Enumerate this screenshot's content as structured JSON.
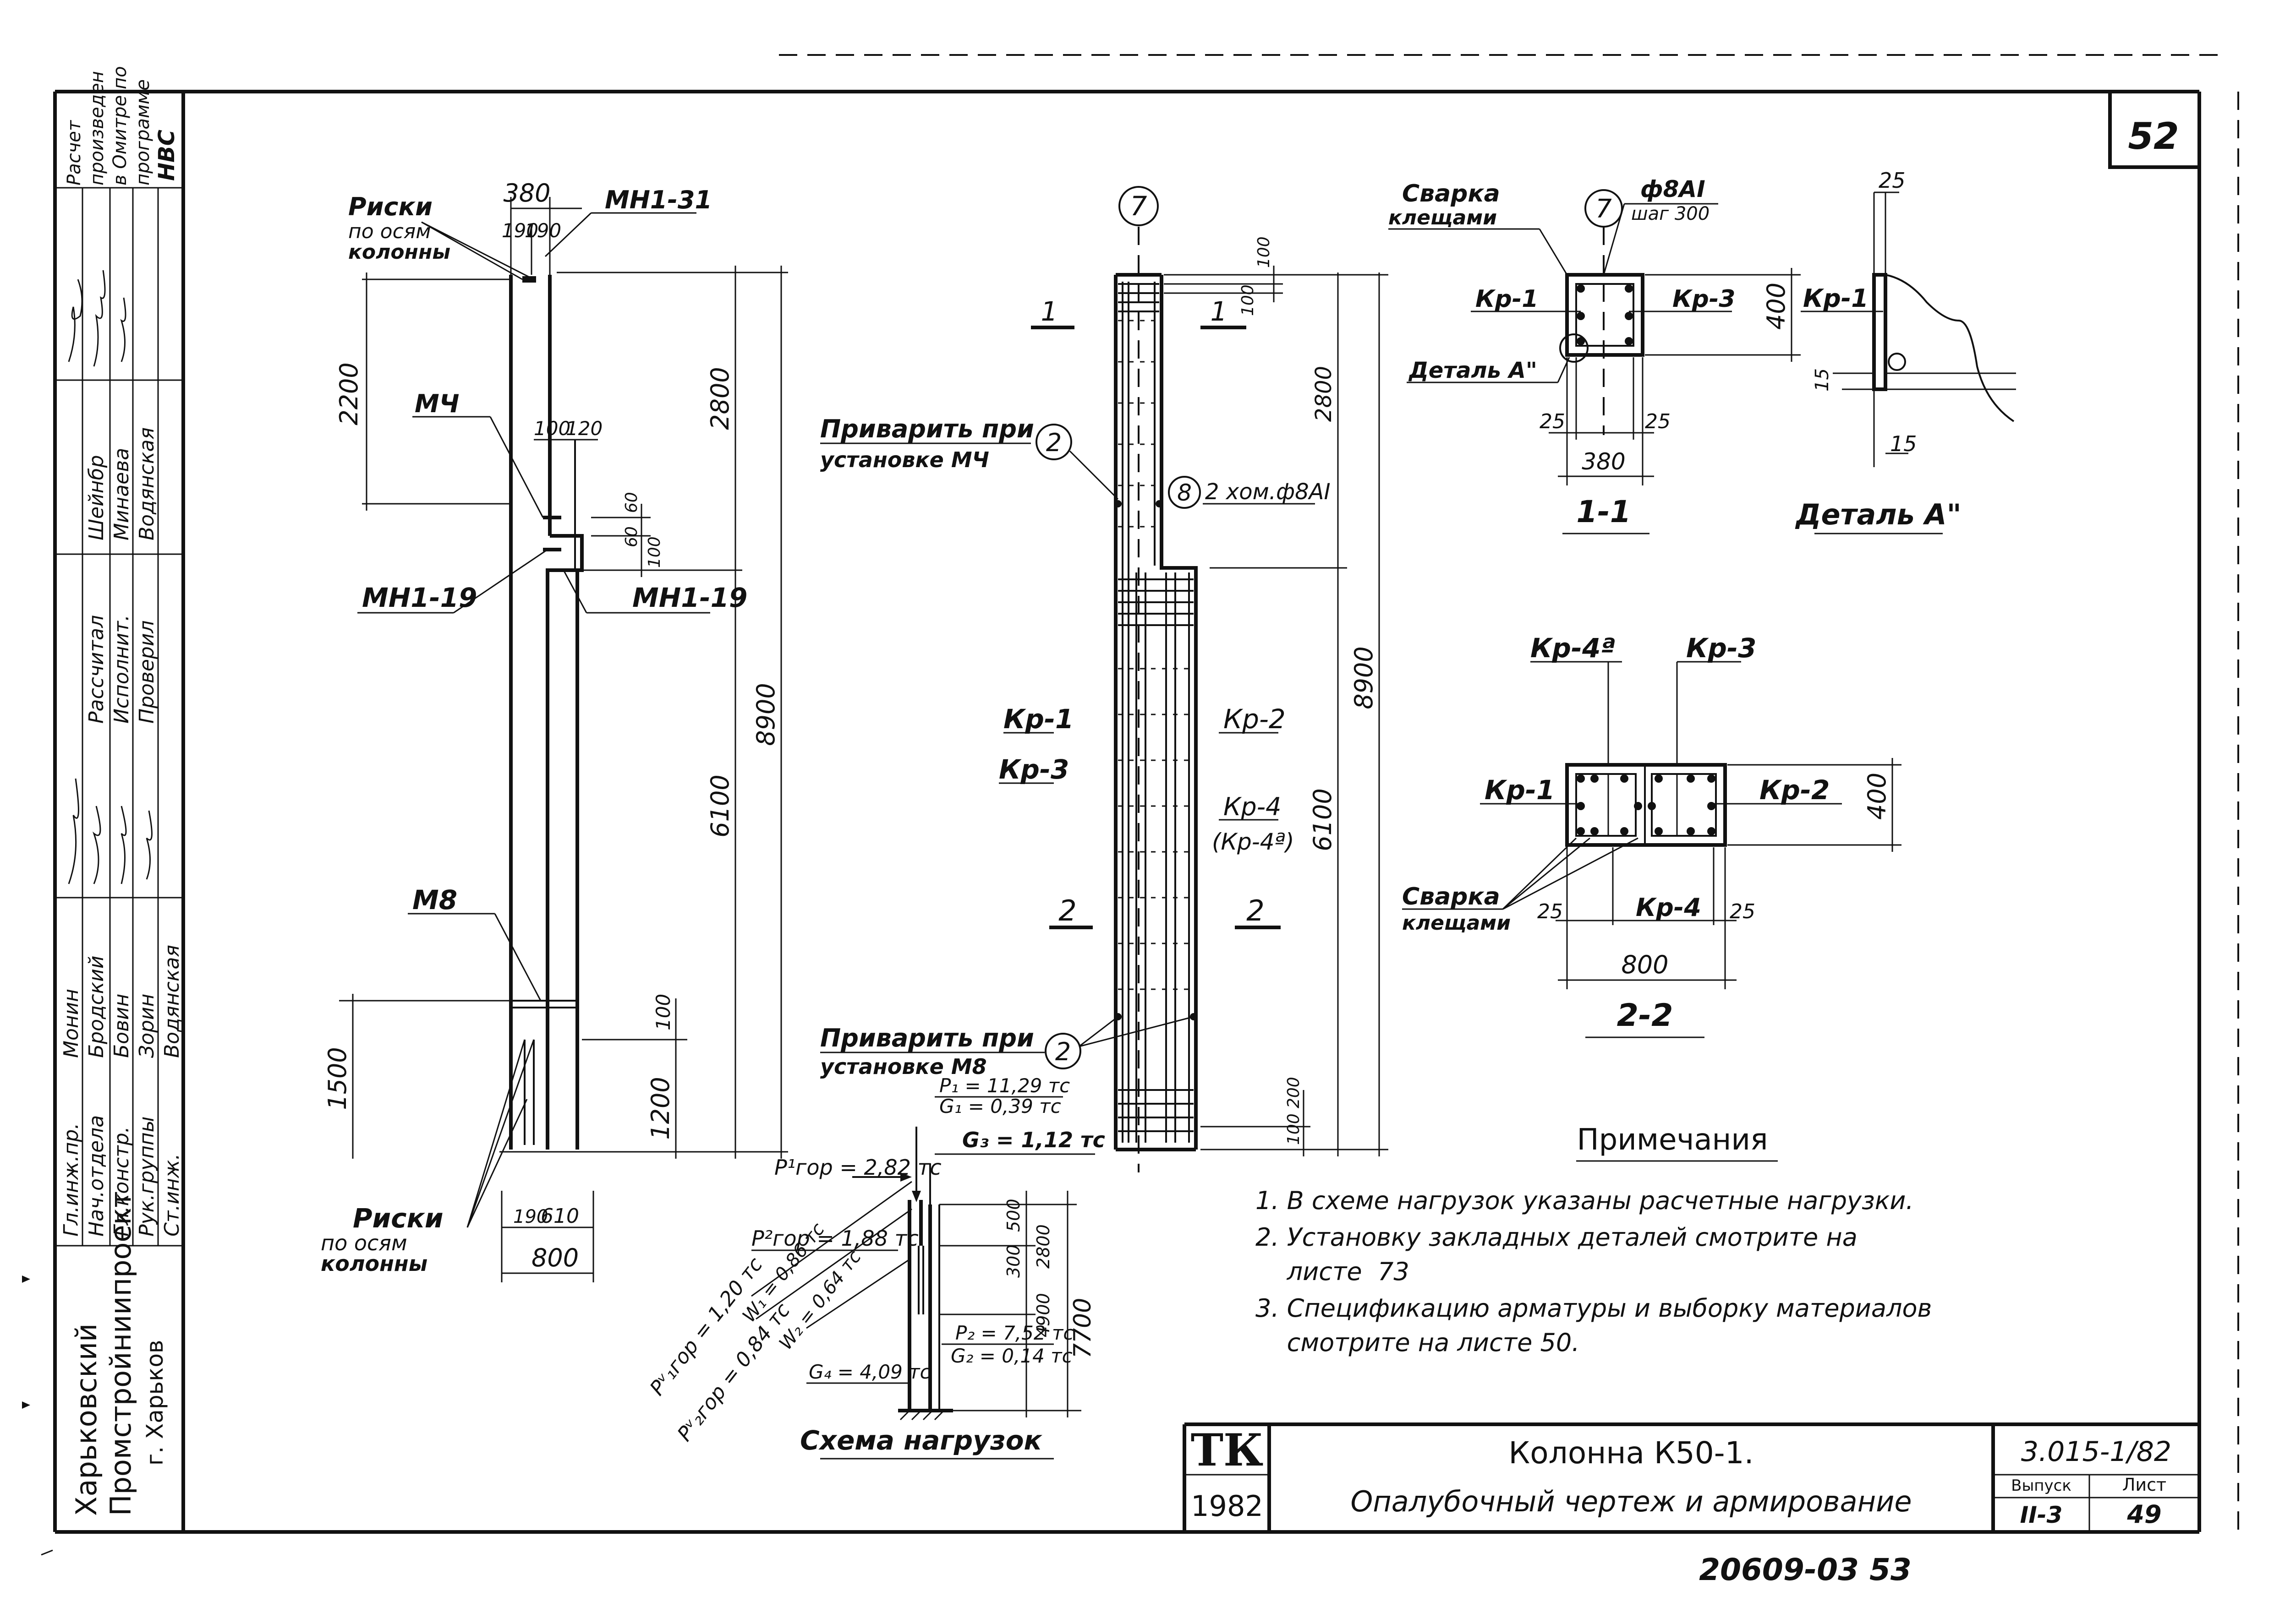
{
  "sheet": {
    "sheet_number": "52",
    "bottom_code": "20609-03 53"
  },
  "stamp_left": {
    "note_lines": [
      "Расчет",
      "произведен",
      "в Омитре по",
      "программе",
      "НВС"
    ],
    "roles": [
      "Гл.инж.пр.",
      "Нач.отдела",
      "Гл.констр.",
      "Рук.группы",
      "Ст.инж."
    ],
    "names": [
      "Монин",
      "Бродский",
      "Бовин",
      "Зорин",
      "Водянская"
    ],
    "roles2": [
      "Рассчитал",
      "Исполнит.",
      "Проверил"
    ],
    "names2": [
      "Шейнбр",
      "Минаева",
      "Водянская"
    ],
    "org": [
      "Харьковский",
      "Промстройниипроект",
      "г. Харьков"
    ]
  },
  "elevation": {
    "marks": {
      "riski_top": [
        "Риски",
        "по осям",
        "колонны"
      ],
      "mn1_31": "МН1-31",
      "mch": "МЧ",
      "mn1_19_left": "МН1-19",
      "mn1_19_right": "МН1-19",
      "m8": "М8",
      "riski_bottom": [
        "Риски",
        "по осям",
        "колонны"
      ]
    },
    "dims": {
      "w380": "380",
      "d190a": "190",
      "d190b": "190",
      "h2200": "2200",
      "h2800": "2800",
      "d100": "100",
      "d120": "120",
      "d60a": "60",
      "d60b": "60",
      "d100b": "100",
      "h6100": "6100",
      "h8900": "8900",
      "h1500": "1500",
      "h1200": "1200",
      "d100c": "100",
      "d190c": "190",
      "d610": "610",
      "w800": "800"
    }
  },
  "reinforcement": {
    "axis": "7",
    "sec1": "1",
    "sec2": "2",
    "weld_mch": [
      "Приварить при",
      "установке  МЧ"
    ],
    "weld_m8": [
      "Приварить при",
      "установке  М8"
    ],
    "circle2": "2",
    "circle8": "8",
    "clamp": "2 хом.ф8АI",
    "kp1": "Кр-1",
    "kp3": "Кр-3",
    "kp2": "Кр-2",
    "kp4": "Кр-4",
    "kp4a": "(Кр-4ª)",
    "dims": {
      "d100a": "100",
      "d100b": "100",
      "h2800": "2800",
      "h6100": "6100",
      "h8900": "8900",
      "d100c": "100",
      "d200": "200"
    }
  },
  "section11": {
    "weld": [
      "Сварка",
      "клещами"
    ],
    "axis": "7",
    "bar": "ф8АI",
    "step": "шаг 300",
    "kp1": "Кр-1",
    "kp3": "Кр-3",
    "detail_ref": "Деталь А\"",
    "d400": "400",
    "d25a": "25",
    "d25b": "25",
    "d380": "380",
    "title": "1-1"
  },
  "detailA": {
    "d25": "25",
    "kp1": "Кр-1",
    "d15a": "15",
    "d15b": "15",
    "title": "Деталь А\""
  },
  "section22": {
    "kp4a": "Кр-4ª",
    "kp3": "Кр-3",
    "kp1": "Кр-1",
    "kp2": "Кр-2",
    "d400": "400",
    "weld": [
      "Сварка",
      "клещами"
    ],
    "d25a": "25",
    "kp4": "Кр-4",
    "d25b": "25",
    "d800": "800",
    "title": "2-2"
  },
  "loads": {
    "p1": "P₁ = 11,29 тс",
    "g1": "G₁ = 0,39 тс",
    "g3": "G₃ = 1,12 тс",
    "p1gor": "P¹гор = 2,82 тс",
    "p2gor": "P²гор = 1,88 тс",
    "p1gor_v": "Pᵛ₁гор = 1,20 тс",
    "w1": "W₁ = 0,86 тс",
    "p2gor_v": "Pᵛ₂гор = 0,84 тс",
    "w2": "W₂ = 0,64 тс",
    "g4": "G₄ = 4,09 тс",
    "p2": "P₂ = 7,52 тс",
    "g2": "G₂ = 0,14 тс",
    "d500": "500",
    "d300": "300",
    "d2800": "2800",
    "d4900": "4900",
    "d7700": "7700",
    "title": "Схема нагрузок"
  },
  "notes": {
    "title": "Примечания",
    "items": [
      "1. В схеме нагрузок указаны расчетные нагрузки.",
      "2. Установку закладных деталей смотрите на",
      "    листе  73",
      "3. Спецификацию арматуры и выборку материалов",
      "    смотрите на листе 50."
    ]
  },
  "title_block": {
    "logo": "ТК",
    "year": "1982",
    "line1": "Колонна К50-1.",
    "line2": "Опалубочный чертеж и армирование",
    "series": "3.015-1/82",
    "issue_label": "Выпуск",
    "issue_value": "II-3",
    "sheet_label": "Лист",
    "sheet_value": "49"
  }
}
